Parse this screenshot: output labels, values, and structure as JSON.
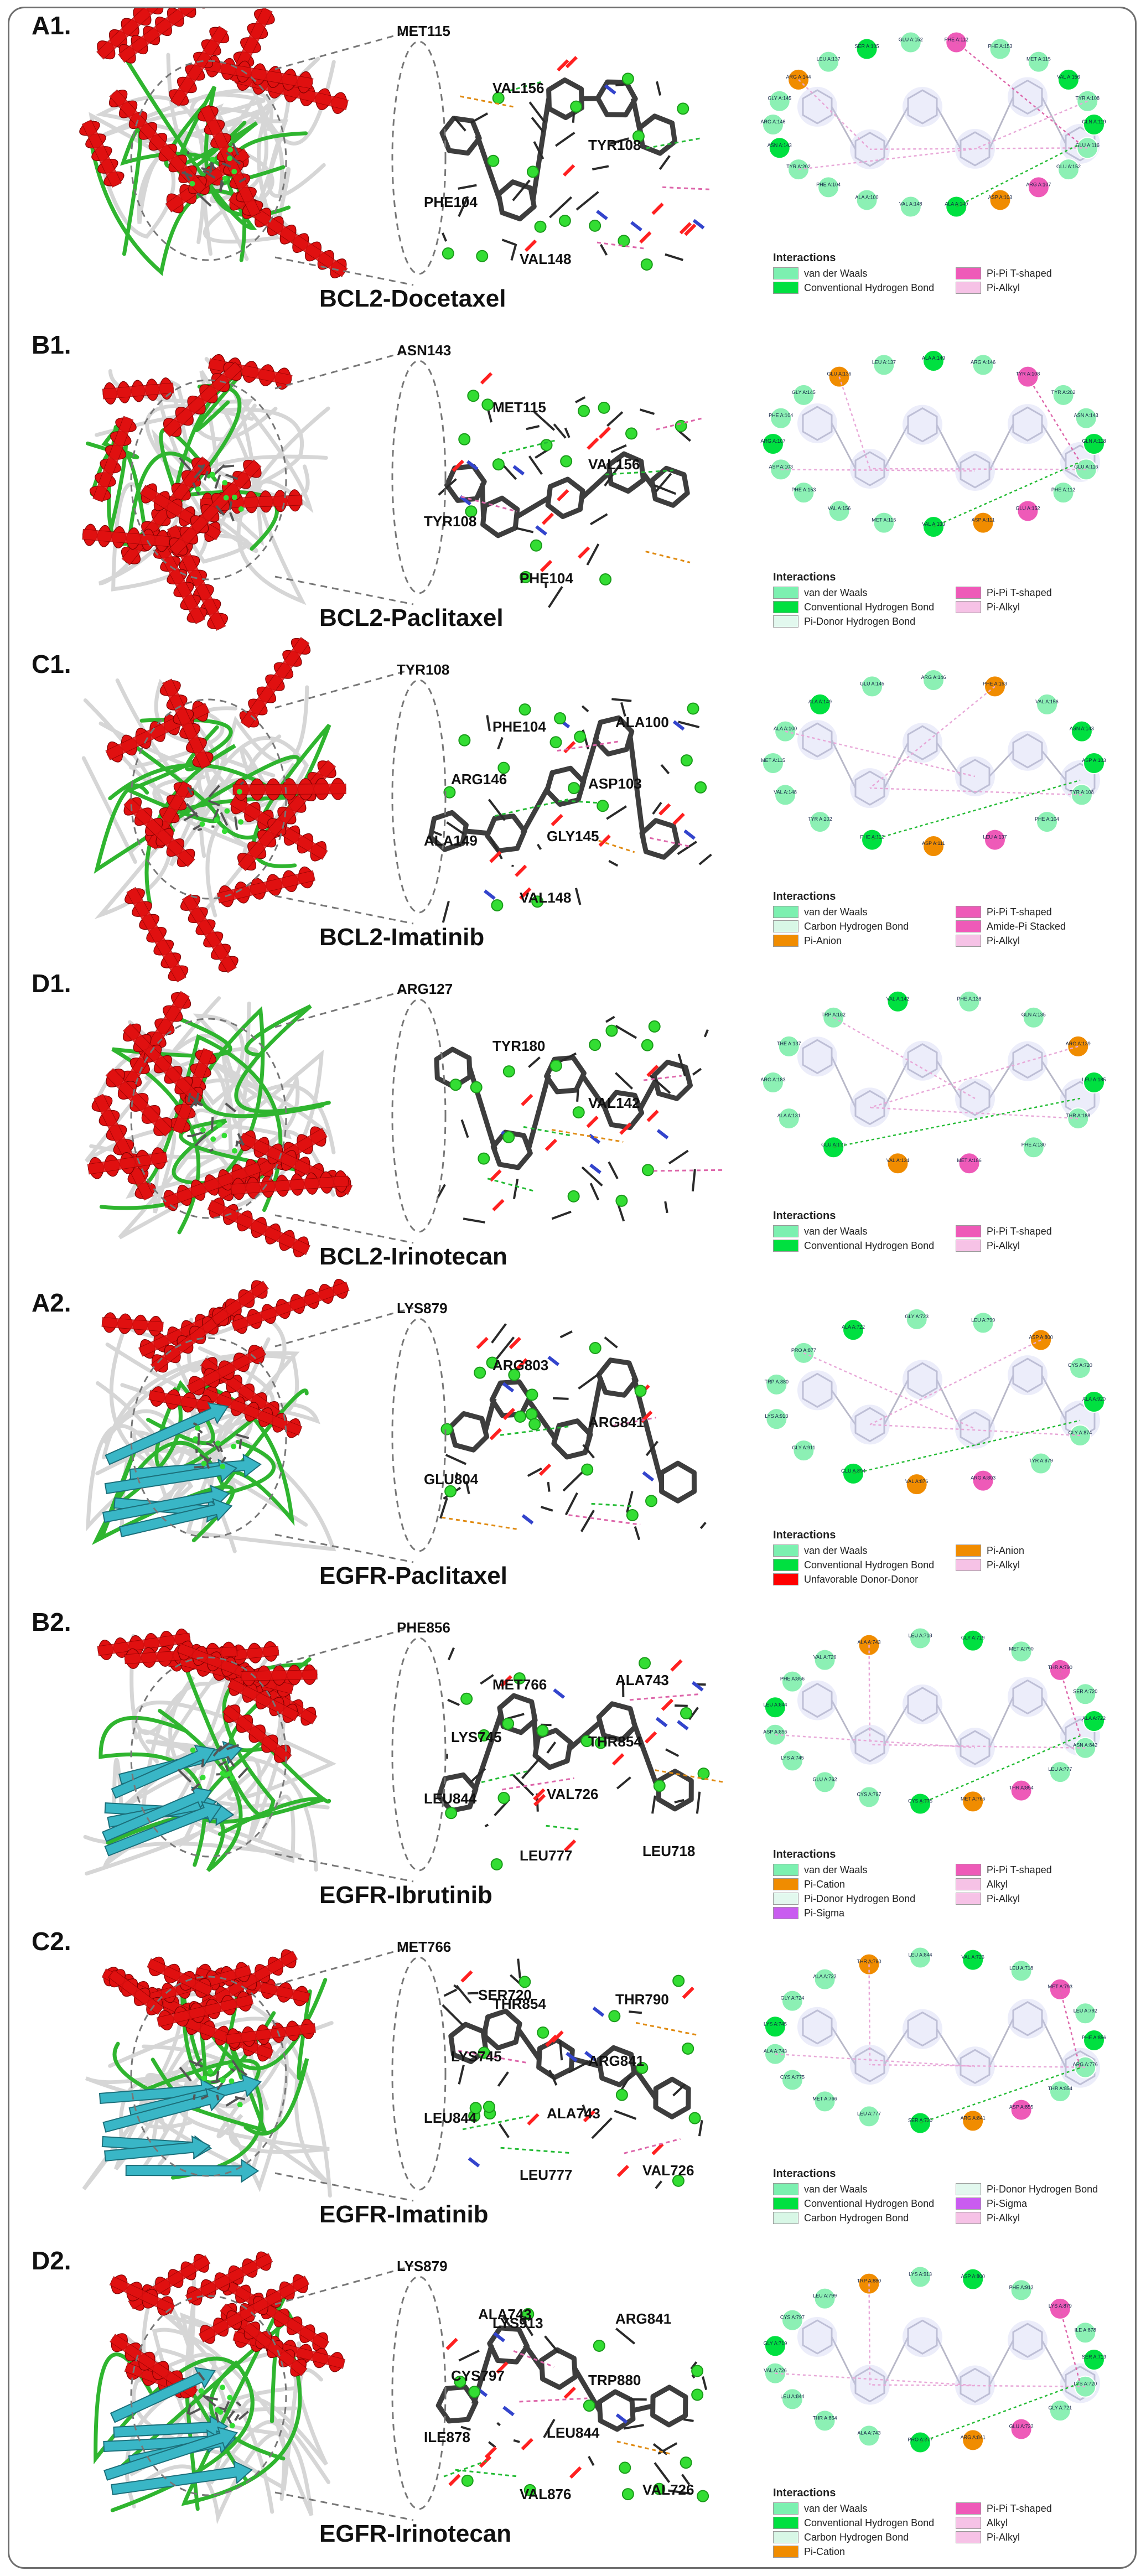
{
  "panels": [
    {
      "id": "A1",
      "label": "A1.",
      "caption": "BCL2-Docetaxel",
      "protein": "bcl2",
      "residues": [
        "MET115",
        "VAL156",
        "TYR108",
        "PHE104",
        "VAL148"
      ],
      "legend": [
        [
          "van der Waals",
          "Conventional Hydrogen Bond"
        ],
        [
          "Pi-Pi T-shaped",
          "Pi-Alkyl"
        ]
      ],
      "map_residues": [
        "GLN A:119",
        "GLU A:116",
        "GLU A:152",
        "ARG A:107",
        "ASP A:103",
        "ALA A:149",
        "VAL A:148",
        "ALA A:100",
        "PHE A:104",
        "TYR A:202",
        "ASN A:143",
        "ARG A:146",
        "GLY A:145",
        "ARG A:144",
        "LEU A:137",
        "SER A:105",
        "GLU A:152",
        "PHE A:112",
        "PHE A:153",
        "MET A:115",
        "VAL A:156",
        "TYR A:108"
      ]
    },
    {
      "id": "B1",
      "label": "B1.",
      "caption": "BCL2-Paclitaxel",
      "protein": "bcl2",
      "residues": [
        "ASN143",
        "MET115",
        "VAL156",
        "TYR108",
        "PHE104"
      ],
      "legend": [
        [
          "van der Waals",
          "Conventional Hydrogen Bond",
          "Pi-Donor Hydrogen Bond"
        ],
        [
          "Pi-Pi T-shaped",
          "Pi-Alkyl"
        ]
      ],
      "map_residues": [
        "GLN A:118",
        "GLU A:116",
        "PHE A:112",
        "GLU A:152",
        "ASP A:111",
        "VAL A:133",
        "MET A:115",
        "VAL A:156",
        "PHE A:153",
        "ASP A:103",
        "ARG A:107",
        "PHE A:104",
        "GLY A:145",
        "GLU A:136",
        "LEU A:137",
        "ALA A:149",
        "ARG A:146",
        "TYR A:108",
        "TYR A:202",
        "ASN A:143"
      ]
    },
    {
      "id": "C1",
      "label": "C1.",
      "caption": "BCL2-Imatinib",
      "protein": "bcl2",
      "residues": [
        "TYR108",
        "PHE104",
        "ASP103",
        "ALA149",
        "VAL148",
        "ALA100",
        "ARG146",
        "GLY145"
      ],
      "legend": [
        [
          "van der Waals",
          "Carbon Hydrogen Bond",
          "Pi-Anion"
        ],
        [
          "Pi-Pi T-shaped",
          "Amide-Pi Stacked",
          "Pi-Alkyl"
        ]
      ],
      "map_residues": [
        "ASP A:103",
        "TYR A:108",
        "PHE A:104",
        "LEU A:137",
        "ASP A:111",
        "PHE A:112",
        "TYR A:202",
        "VAL A:148",
        "MET A:115",
        "ALA A:100",
        "ALA A:149",
        "GLU A:145",
        "ARG A:146",
        "PHE A:153",
        "VAL A:156",
        "ASN A:143"
      ]
    },
    {
      "id": "D1",
      "label": "D1.",
      "caption": "BCL2-Irinotecan",
      "protein": "bcl2",
      "residues": [
        "ARG127",
        "TYR180",
        "VAL142"
      ],
      "legend": [
        [
          "van der Waals",
          "Conventional Hydrogen Bond"
        ],
        [
          "Pi-Pi T-shaped",
          "Pi-Alkyl"
        ]
      ],
      "map_residues": [
        "LEU A:185",
        "THR A:188",
        "PHE A:130",
        "MET A:186",
        "VAL A:134",
        "GLU A:127",
        "ALA A:131",
        "ARG A:183",
        "THE A:137",
        "TRP A:182",
        "VAL A:142",
        "PHE A:138",
        "GLN A:135",
        "ARG A:139"
      ]
    },
    {
      "id": "A2",
      "label": "A2.",
      "caption": "EGFR-Paclitaxel",
      "protein": "egfr",
      "residues": [
        "LYS879",
        "ARG803",
        "ARG841",
        "GLU804"
      ],
      "legend": [
        [
          "van der Waals",
          "Conventional Hydrogen Bond",
          "Unfavorable Donor-Donor"
        ],
        [
          "Pi-Anion",
          "Pi-Alkyl"
        ]
      ],
      "map_residues": [
        "ALA A:920",
        "GLY A:874",
        "TYR A:879",
        "ARG A:803",
        "VAL A:876",
        "GLU A:804",
        "GLY A:911",
        "LYS A:913",
        "TRP A:880",
        "PRO A:877",
        "ALA A:722",
        "GLY A:723",
        "LEU A:799",
        "ASP A:800",
        "CYS A:720"
      ]
    },
    {
      "id": "B2",
      "label": "B2.",
      "caption": "EGFR-Ibrutinib",
      "protein": "egfr",
      "residues": [
        "PHE856",
        "MET766",
        "THR854",
        "LEU844",
        "LEU777",
        "ALA743",
        "LYS745",
        "VAL726",
        "LEU718"
      ],
      "legend": [
        [
          "van der Waals",
          "Pi-Cation",
          "Pi-Donor Hydrogen Bond",
          "Pi-Sigma"
        ],
        [
          "Pi-Pi T-shaped",
          "Alkyl",
          "Pi-Alkyl"
        ]
      ],
      "map_residues": [
        "ALA A:722",
        "ASN A:842",
        "LEU A:777",
        "THR A:854",
        "MET A:766",
        "CYS A:775",
        "CYS A:797",
        "GLU A:762",
        "LYS A:745",
        "ASP A:855",
        "LEU A:844",
        "PHE A:856",
        "VAL A:726",
        "ALA A:743",
        "LEU A:718",
        "GLY A:719",
        "MET A:790",
        "THR A:790",
        "SER A:720"
      ]
    },
    {
      "id": "C2",
      "label": "C2.",
      "caption": "EGFR-Imatinib",
      "protein": "egfr",
      "residues": [
        "MET766",
        "THR854",
        "ARG841",
        "LEU844",
        "LEU777",
        "THR790",
        "LYS745",
        "ALA743",
        "VAL726",
        "SER720"
      ],
      "legend": [
        [
          "van der Waals",
          "Conventional Hydrogen Bond",
          "Carbon Hydrogen Bond"
        ],
        [
          "Pi-Donor Hydrogen Bond",
          "Pi-Sigma",
          "Pi-Alkyl"
        ]
      ],
      "map_residues": [
        "PHE A:856",
        "ARG A:776",
        "THR A:854",
        "ASP A:855",
        "ARG A:841",
        "SER A:720",
        "LEU A:777",
        "MET A:766",
        "CYS A:775",
        "ALA A:743",
        "LYS A:745",
        "GLY A:724",
        "ALA A:722",
        "THR A:790",
        "LEU A:844",
        "VAL A:726",
        "LEU A:718",
        "MET A:793",
        "LEU A:792"
      ]
    },
    {
      "id": "D2",
      "label": "D2.",
      "caption": "EGFR-Irinotecan",
      "protein": "egfr",
      "residues": [
        "LYS879",
        "LYS913",
        "TRP880",
        "ILE878",
        "VAL876",
        "ARG841",
        "CYS797",
        "LEU844",
        "VAL726",
        "ALA743"
      ],
      "legend": [
        [
          "van der Waals",
          "Conventional Hydrogen Bond",
          "Carbon Hydrogen Bond",
          "Pi-Cation"
        ],
        [
          "Pi-Pi T-shaped",
          "Alkyl",
          "Pi-Alkyl"
        ]
      ],
      "map_residues": [
        "SER A:719",
        "LYS A:720",
        "GLY A:721",
        "GLU A:722",
        "ARG A:841",
        "PRO A:877",
        "ALA A:743",
        "THR A:854",
        "LEU A:844",
        "VAL A:726",
        "GLY A:719",
        "CYS A:797",
        "LEU A:799",
        "TRP A:880",
        "LYS A:913",
        "ASP A:800",
        "PHE A:912",
        "LYS A:879",
        "ILE A:878"
      ]
    }
  ],
  "legend_title": "Interactions",
  "colors": {
    "helix": "#e01010",
    "loop": "#d6d6d6",
    "turn": "#2fb52f",
    "sheet": "#39b6c6",
    "stick": "#3d3d3d",
    "oxygen": "#ff2020",
    "nitrogen": "#3344cc",
    "contact": "#33dd33",
    "hbond": "#22bb33",
    "alkyl": "#dd66aa",
    "anion": "#e08a10",
    "bubble_green": "#8cf0b4"
  },
  "legend_colors": {
    "van der Waals": "#7cf0b0",
    "Conventional Hydrogen Bond": "#00e040",
    "Carbon Hydrogen Bond": "#d8f7e6",
    "Pi-Donor Hydrogen Bond": "#e2f8ee",
    "Pi-Anion": "#f08c00",
    "Pi-Cation": "#f08c00",
    "Unfavorable Donor-Donor": "#ff0000",
    "Pi-Pi T-shaped": "#ee5ab8",
    "Amide-Pi Stacked": "#ee5ab8",
    "Pi-Alkyl": "#f6c2e6",
    "Alkyl": "#f6c2e6",
    "Pi-Sigma": "#c95cf0"
  }
}
